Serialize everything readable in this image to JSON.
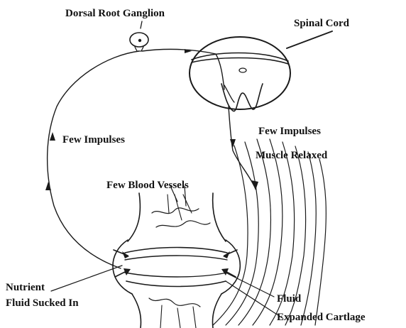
{
  "labels": {
    "dorsal_root_ganglion": "Dorsal Root Ganglion",
    "spinal_cord": "Spinal Cord",
    "few_impulses_left": "Few Impulses",
    "few_impulses_right": "Few Impulses",
    "muscle_relaxed": "Muscle Relaxed",
    "few_blood_vessels": "Few Blood Vessels",
    "nutrient_line1": "Nutrient",
    "nutrient_line2": "Fluid Sucked In",
    "fluid": "Fluid",
    "expanded_cartlage": "Expanded Cartlage"
  },
  "colors": {
    "ink": "#1a1a1a",
    "background": "#ffffff"
  }
}
